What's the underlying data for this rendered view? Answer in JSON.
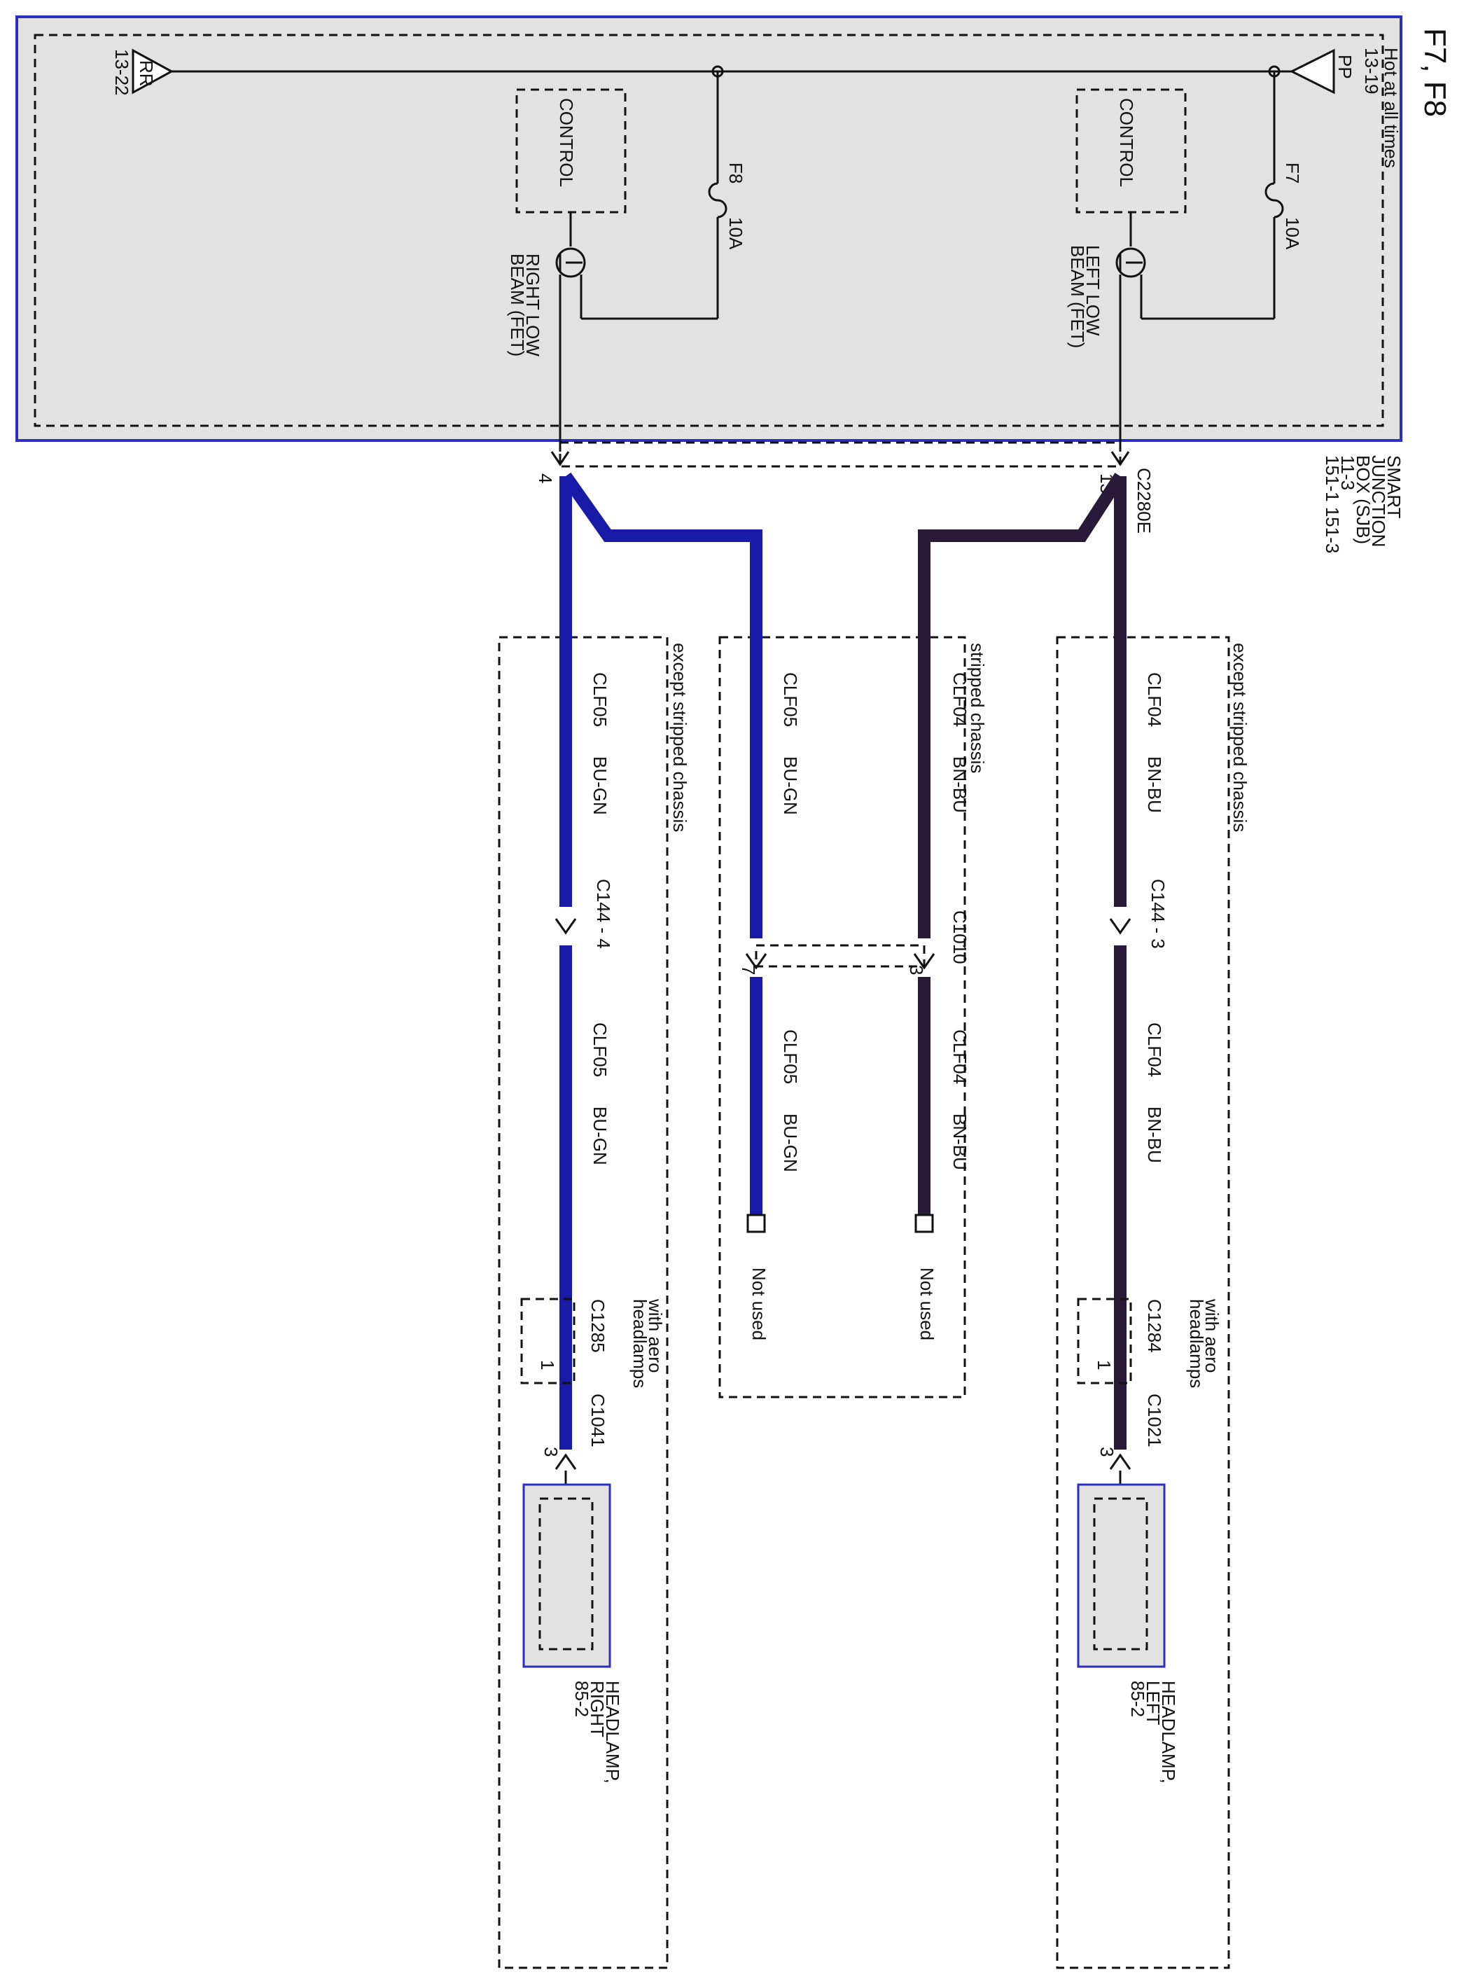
{
  "title": "F7, F8",
  "power_source": {
    "label": "Hot at all times",
    "ref_pp": "PP",
    "ref_pp_page": "13-19",
    "ref_rr": "RR",
    "ref_rr_page": "13-22"
  },
  "sjb": {
    "name_lines": [
      "SMART",
      "JUNCTION",
      "BOX (SJB)"
    ],
    "refs": "11-3",
    "refs2": "151-1   151-3"
  },
  "fuses": [
    {
      "id": "F7",
      "rating": "10A"
    },
    {
      "id": "F8",
      "rating": "10A"
    }
  ],
  "controls": [
    {
      "label": "CONTROL",
      "fet_lines": [
        "LEFT LOW",
        "BEAM (FET)"
      ]
    },
    {
      "label": "CONTROL",
      "fet_lines": [
        "RIGHT LOW",
        "BEAM (FET)"
      ]
    }
  ],
  "connector_main": {
    "id": "C2280E",
    "pin_left": "13",
    "pin_right": "4"
  },
  "zones": {
    "except_left": "except stripped chassis",
    "stripped": "stripped chassis",
    "except_right": "except stripped chassis"
  },
  "circuits": {
    "clf04": "CLF04",
    "clf04_color": "BN-BU",
    "clf05": "CLF05",
    "clf05_color": "BU-GN"
  },
  "inline_connectors": {
    "c144_3": "C144 - 3",
    "c144_4": "C144 - 4",
    "c1010": "C1010",
    "c1010_pin3": "3",
    "c1010_pin7": "7"
  },
  "not_used": "Not used",
  "aero": {
    "label_lines": [
      "with aero",
      "headlamps"
    ],
    "left_conn": "C1284",
    "right_conn": "C1285",
    "pin": "1"
  },
  "end_connectors": {
    "left": "C1021",
    "right": "C1041",
    "pin": "3"
  },
  "headlamps": {
    "left_lines": [
      "HEADLAMP,",
      "LEFT",
      "85-2"
    ],
    "right_lines": [
      "HEADLAMP,",
      "RIGHT",
      "85-2"
    ]
  },
  "colors": {
    "bu_gn": "#1a1aa8",
    "bn_bu": "#2a1a3a",
    "sjb_border": "#2d2dbf",
    "sjb_fill": "#e2e2e2"
  }
}
